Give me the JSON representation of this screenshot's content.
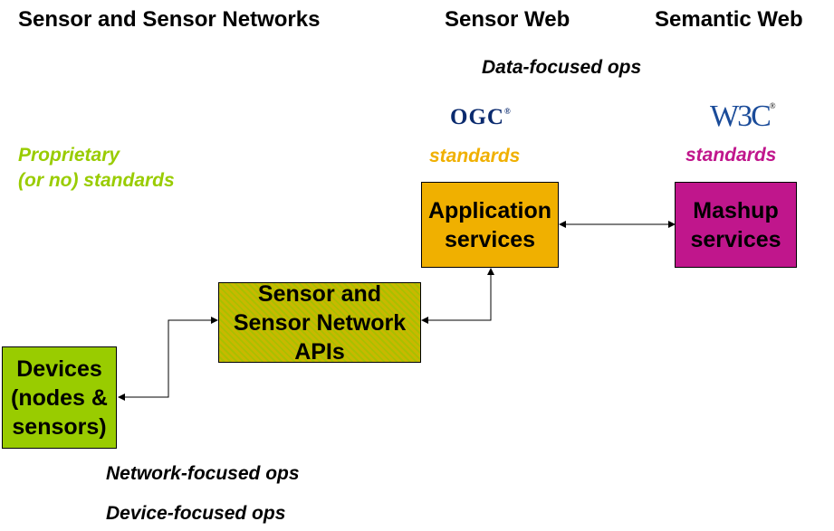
{
  "headers": {
    "sensor_networks": "Sensor and Sensor Networks",
    "sensor_web": "Sensor Web",
    "semantic_web": "Semantic Web"
  },
  "labels": {
    "data_focused": "Data-focused ops",
    "network_focused": "Network-focused ops",
    "device_focused": "Device-focused ops",
    "proprietary_line1": "Proprietary",
    "proprietary_line2": "(or no) standards",
    "ogc_standards": "standards",
    "w3c_standards": "standards"
  },
  "logos": {
    "ogc": "OGC",
    "ogc_mark": "®",
    "w3c": "W3C",
    "w3c_mark": "®"
  },
  "boxes": {
    "devices": {
      "line1": "Devices",
      "line2": "(nodes &",
      "line3": "sensors)"
    },
    "apis": {
      "line1": "Sensor and",
      "line2": "Sensor Network",
      "line3": "APIs"
    },
    "application": {
      "line1": "Application",
      "line2": "services"
    },
    "mashup": {
      "line1": "Mashup",
      "line2": "services"
    }
  },
  "colors": {
    "devices_fill": "#99cc00",
    "apis_fill": "#c8b800",
    "application_fill": "#f0b000",
    "mashup_fill": "#c0168c",
    "proprietary_text": "#99cc00",
    "ogc_standards_text": "#f0b000",
    "w3c_standards_text": "#c0168c"
  }
}
